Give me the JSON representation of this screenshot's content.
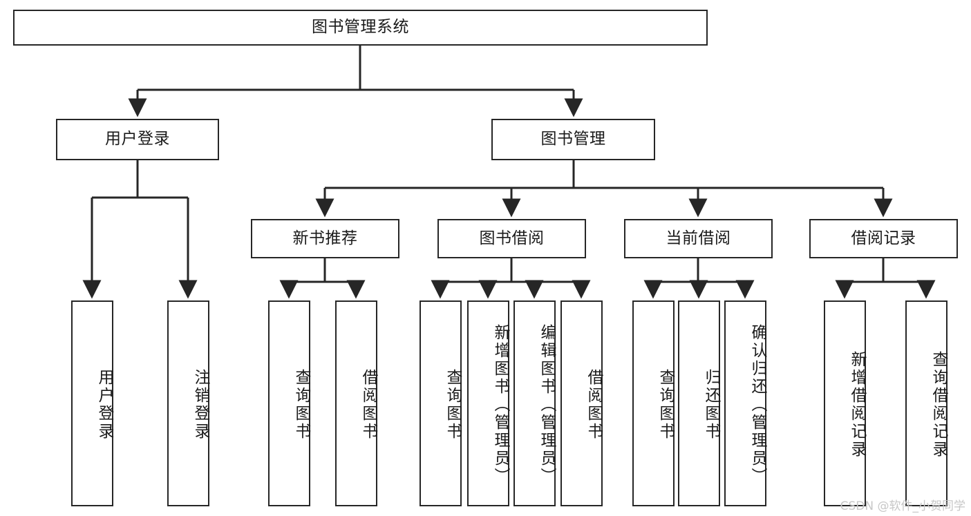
{
  "diagram": {
    "type": "tree-hierarchy",
    "title": "图书管理系统",
    "root": {
      "id": "root",
      "label": "图书管理系统",
      "orientation": "horizontal"
    },
    "level2": [
      {
        "id": "user-login",
        "label": "用户登录",
        "orientation": "horizontal"
      },
      {
        "id": "book-manage",
        "label": "图书管理",
        "orientation": "horizontal"
      }
    ],
    "level3": [
      {
        "id": "new-book-rec",
        "label": "新书推荐",
        "orientation": "horizontal"
      },
      {
        "id": "book-borrow",
        "label": "图书借阅",
        "orientation": "horizontal"
      },
      {
        "id": "current-borrow",
        "label": "当前借阅",
        "orientation": "horizontal"
      },
      {
        "id": "borrow-record",
        "label": "借阅记录",
        "orientation": "horizontal"
      }
    ],
    "leaves": [
      {
        "id": "leaf-user-login",
        "label": "用户登录",
        "parent": "user-login",
        "orientation": "vertical"
      },
      {
        "id": "leaf-user-logout",
        "label": "注销登录",
        "parent": "user-login",
        "orientation": "vertical"
      },
      {
        "id": "leaf-query-book-1",
        "label": "查询图书",
        "parent": "new-book-rec",
        "orientation": "vertical"
      },
      {
        "id": "leaf-borrow-book-1",
        "label": "借阅图书",
        "parent": "new-book-rec",
        "orientation": "vertical"
      },
      {
        "id": "leaf-query-book-2",
        "label": "查询图书",
        "parent": "book-borrow",
        "orientation": "vertical"
      },
      {
        "id": "leaf-add-book",
        "label": "新增图书（管理员）",
        "parent": "book-borrow",
        "orientation": "vertical"
      },
      {
        "id": "leaf-edit-book",
        "label": "编辑图书（管理员）",
        "parent": "book-borrow",
        "orientation": "vertical"
      },
      {
        "id": "leaf-borrow-book-2",
        "label": "借阅图书",
        "parent": "book-borrow",
        "orientation": "vertical"
      },
      {
        "id": "leaf-query-book-3",
        "label": "查询图书",
        "parent": "current-borrow",
        "orientation": "vertical"
      },
      {
        "id": "leaf-return-book",
        "label": "归还图书",
        "parent": "current-borrow",
        "orientation": "vertical"
      },
      {
        "id": "leaf-confirm-return",
        "label": "确认归还（管理员）",
        "parent": "current-borrow",
        "orientation": "vertical"
      },
      {
        "id": "leaf-add-record",
        "label": "新增借阅记录",
        "parent": "borrow-record",
        "orientation": "vertical"
      },
      {
        "id": "leaf-query-record",
        "label": "查询借阅记录",
        "parent": "borrow-record",
        "orientation": "vertical"
      }
    ],
    "colors": {
      "stroke": "#262626",
      "fill": "#ffffff",
      "text": "#1a1a1a",
      "watermark": "#c7c7c7"
    }
  },
  "watermark": {
    "text": "CSDN @软件_小贺同学"
  }
}
